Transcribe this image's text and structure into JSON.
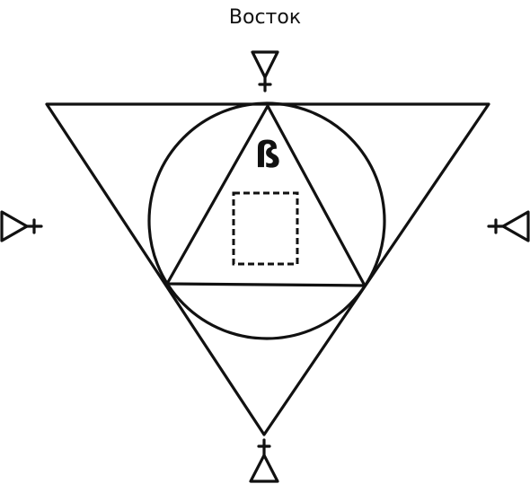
{
  "direction_label": "Восток",
  "center_glyph": "ß",
  "colors": {
    "ink": "#111111",
    "background": "#ffffff"
  },
  "icons": {
    "cardinal_marker": "triangle-with-cross-icon",
    "center_box": "dashed-square"
  }
}
